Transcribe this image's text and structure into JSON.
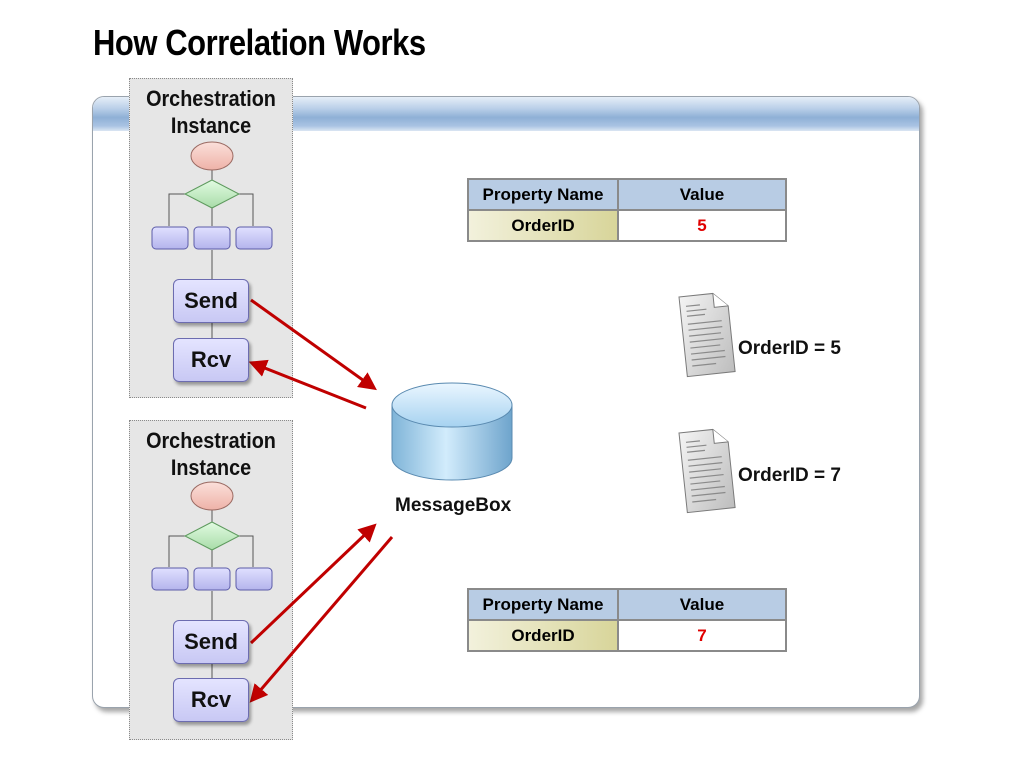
{
  "title": "How Correlation Works",
  "orchestrations": [
    {
      "label": "Orchestration Instance",
      "send_label": "Send",
      "rcv_label": "Rcv"
    },
    {
      "label": "Orchestration Instance",
      "send_label": "Send",
      "rcv_label": "Rcv"
    }
  ],
  "messagebox": {
    "label": "MessageBox"
  },
  "tables": [
    {
      "headers": [
        "Property Name",
        "Value"
      ],
      "rows": [
        {
          "name": "OrderID",
          "value": "5"
        }
      ]
    },
    {
      "headers": [
        "Property Name",
        "Value"
      ],
      "rows": [
        {
          "name": "OrderID",
          "value": "7"
        }
      ]
    }
  ],
  "messages": [
    {
      "label": "OrderID = 5"
    },
    {
      "label": "OrderID = 7"
    }
  ],
  "colors": {
    "arrow": "#c00000",
    "value_text": "#e00000",
    "header_fill": "#b8cce4",
    "button_fill": "#d4d4fa",
    "start_shape": "#f2c4bc",
    "decision_shape": "#c8f0c8",
    "database": "#b0d8f4"
  }
}
